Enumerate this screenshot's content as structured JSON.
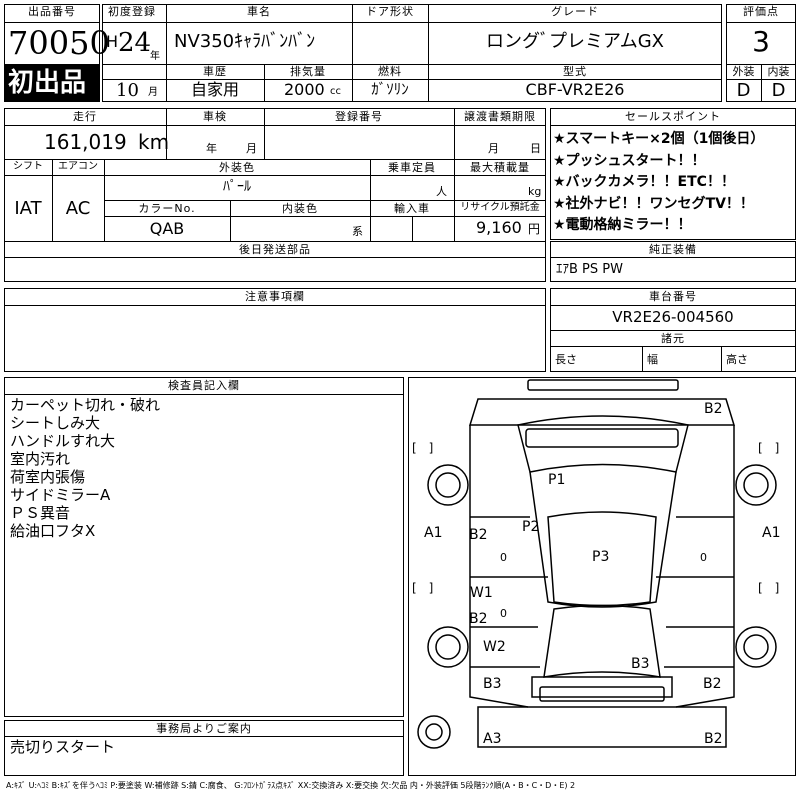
{
  "header": {
    "lot_label": "出品番号",
    "lot_no": "70050",
    "first_listing": "初出品",
    "first_reg_label": "初度登録",
    "era": "H",
    "year": "24",
    "year_unit": "年",
    "month": "10",
    "month_unit": "月",
    "car_name_label": "車名",
    "car_name": "NV350ｷｬﾗﾊﾞﾝﾊﾞﾝ",
    "door_label": "ドア形状",
    "door_value": "",
    "grade_label": "グレード",
    "grade": "ロングﾞプレミアムGX",
    "score_label": "評価点",
    "score": "3",
    "ext_label": "外装",
    "ext": "D",
    "int_label": "内装",
    "int": "D",
    "history_label": "車歴",
    "history": "自家用",
    "disp_label": "排気量",
    "disp": "2000",
    "disp_unit": "cc",
    "fuel_label": "燃料",
    "fuel": "ｶﾞｿﾘﾝ",
    "model_label": "型式",
    "model": "CBF-VR2E26"
  },
  "details": {
    "mileage_label": "走行",
    "mileage": "161,019",
    "mileage_unit": "km",
    "inspection_label": "車検",
    "insp_year": "年",
    "insp_month": "月",
    "reg_label": "登録番号",
    "transfer_label": "譲渡書類期限",
    "tr_month": "月",
    "tr_day": "日",
    "shift_label": "シフト",
    "shift": "IAT",
    "ac_label": "エアコン",
    "ac": "AC",
    "ext_color_label": "外装色",
    "ext_color": "ﾊﾟｰﾙ",
    "capacity_label": "乗車定員",
    "capacity_unit": "人",
    "load_label": "最大積載量",
    "load_unit": "kg",
    "color_no_label": "カラーNo.",
    "color_no": "QAB",
    "int_color_label": "内装色",
    "int_color_unit": "系",
    "import_label": "輸入車",
    "recycle_label": "リサイクル預託金",
    "recycle": "9,160",
    "recycle_unit": "円",
    "later_parts_label": "後日発送部品",
    "later_parts": ""
  },
  "sales": {
    "label": "セールスポイント",
    "points": [
      "★スマートキー×2個（1個後日）",
      "★プッシュスタート！！",
      "★バックカメラ！！ETC！！",
      "★社外ナビ！！ワンセグTV！！",
      "★電動格納ミラー！！"
    ]
  },
  "equipment": {
    "label": "純正装備",
    "value": "ｴｱB PS PW"
  },
  "notes": {
    "label": "注意事項欄",
    "value": ""
  },
  "chassis": {
    "label": "車台番号",
    "value": "VR2E26-004560",
    "dims_label": "諸元",
    "length": "長さ",
    "width": "幅",
    "height": "高さ"
  },
  "inspector": {
    "label": "検査員記入欄",
    "lines": [
      "カーペット切れ・破れ",
      "シートしみ大",
      "ハンドルすれ大",
      "室内汚れ",
      "荷室内張傷",
      "サイドミラーA",
      "ＰＳ異音",
      "給油口フタX"
    ]
  },
  "office": {
    "label": "事務局よりご案内",
    "value": "売切りスタート"
  },
  "diagram_marks": {
    "b2_top": "B2",
    "p1": "P1",
    "a1_left": "A1",
    "a1_right": "A1",
    "b2_left": "B2",
    "zero_1": "0",
    "p2": "P2",
    "p3": "P3",
    "zero_2": "0",
    "w1": "W1",
    "b2_left_2": "B2",
    "zero_3": "0",
    "w2": "W2",
    "b3_mid": "B3",
    "b3_left": "B3",
    "b2_right": "B2",
    "a3": "A3",
    "b2_bottom": "B2",
    "bracket_tl": "[　]",
    "bracket_tr": "[　]",
    "bracket_ml": "[　]",
    "bracket_mr": "[　]"
  },
  "legend": "A:ｷｽﾞ U:ﾍｺﾐ B:ｷｽﾞを伴うﾍｺﾐ P:要塗装 W:補修跡 S:錆 C:腐食、 G:ﾌﾛﾝﾄｶﾞﾗｽ点ｷｽﾞ XX:交換済み X:要交換 欠:欠品 内・外装評価 5段階ﾗﾝｸ順(A・B・C・D・E) 2"
}
